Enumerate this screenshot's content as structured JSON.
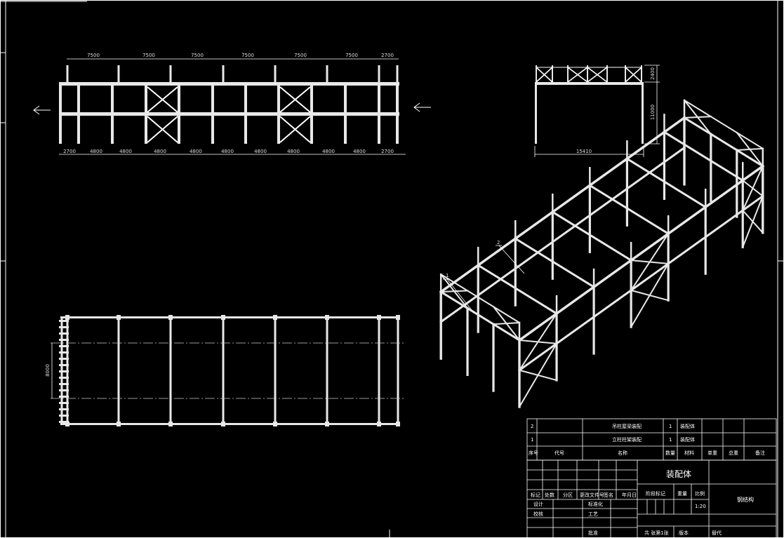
{
  "front_view": {
    "top_dims": [
      "7500",
      "7500",
      "7500",
      "7500",
      "7500",
      "7500",
      "2700"
    ],
    "bottom_dims": [
      "2700",
      "4800",
      "4800",
      "4800",
      "4800",
      "4800",
      "4800",
      "4800",
      "4800",
      "4800",
      "2700"
    ]
  },
  "side_view": {
    "width_dim": "15410",
    "height_dim": "11000",
    "top_dim": "2400"
  },
  "plan_view": {
    "left_dim": "8000"
  },
  "iso_view": {
    "leader_1": "1",
    "leader_2": "2"
  },
  "bom": {
    "rows": [
      {
        "no": "2",
        "name": "吊柱屋梁装配",
        "qty": "1",
        "material": "装配体"
      },
      {
        "no": "1",
        "name": "立柱柱架装配",
        "qty": "1",
        "material": "装配体"
      }
    ],
    "header": {
      "no": "序号",
      "code": "代号",
      "name": "名称",
      "qty": "数量",
      "material": "材料",
      "unit_weight": "单重",
      "total_weight": "总重",
      "remark": "备注"
    }
  },
  "title_block": {
    "title": "装配体",
    "drawing_name": "钢结构",
    "revision_headers": [
      "标记",
      "处数",
      "分区",
      "更改文件号",
      "签名",
      "年月日"
    ],
    "roles": [
      "设计",
      "校核",
      "标准化",
      "工艺",
      "批准"
    ],
    "stage_label": "阶段标记",
    "weight_label": "重量",
    "scale_label": "比例",
    "scale_value": "1:20",
    "sheets_label": "共 张第1张",
    "version_label": "版本",
    "replace_label": "替代"
  }
}
